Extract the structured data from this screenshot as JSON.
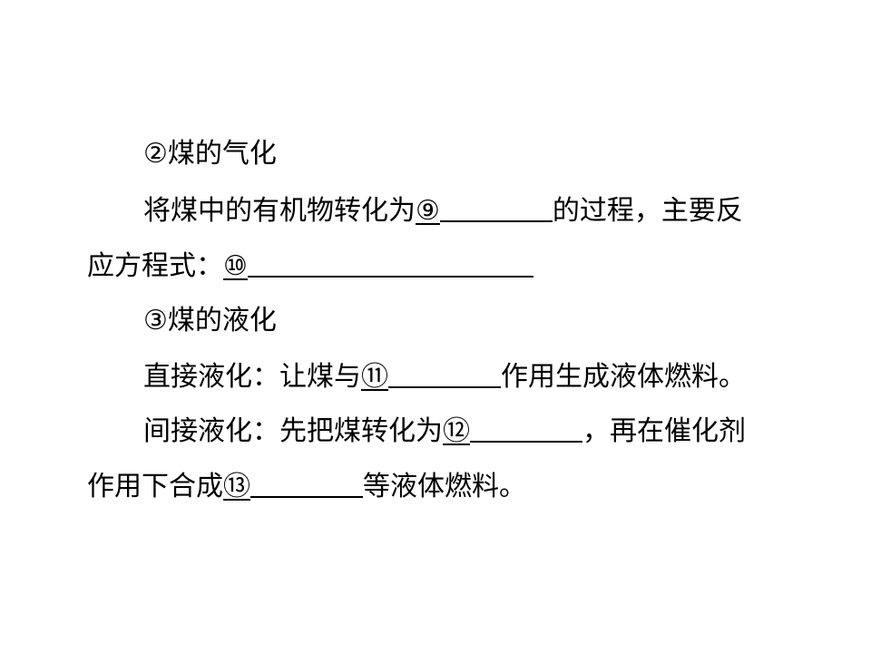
{
  "section2": {
    "heading": "②煤的气化",
    "line1_pre": "将煤中的有机物转化为",
    "mark9": "⑨",
    "line1_post": "的过程，主要反",
    "line2_pre": "应方程式：",
    "mark10": "⑩"
  },
  "section3": {
    "heading": "③煤的液化",
    "direct_pre": "直接液化：让煤与",
    "mark11": "⑪",
    "direct_post": "作用生成液体燃料。",
    "indirect_pre": "间接液化：先把煤转化为",
    "mark12": "⑫",
    "indirect_post": "，再在催化剂",
    "indirect2_pre": "作用下合成",
    "mark13": "⑬",
    "indirect2_post": "等液体燃料。"
  }
}
